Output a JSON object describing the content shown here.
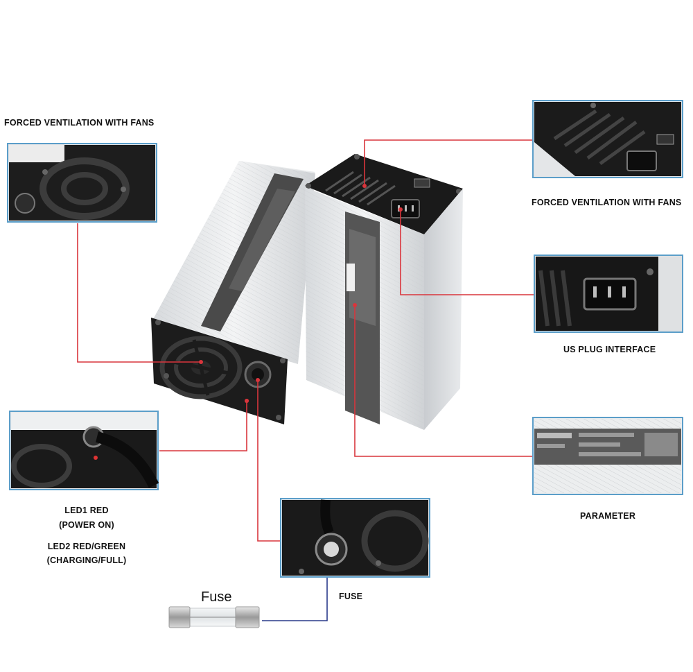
{
  "labels": {
    "vent_left": "FORCED VENTILATION WITH FANS",
    "vent_right": "FORCED VENTILATION WITH FANS",
    "us_plug": "US PLUG INTERFACE",
    "parameter": "PARAMETER",
    "led1_line1": "LED1 RED",
    "led1_line2": "(POWER ON)",
    "led2_line1": "LED2 RED/GREEN",
    "led2_line2": "(CHARGING/FULL)",
    "fuse": "FUSE",
    "fuse_title": "Fuse"
  },
  "colors": {
    "callout_line": "#d9353c",
    "fuse_line": "#2a3a8a",
    "frame_border": "#5b9ec9",
    "housing_black": "#1a1a1a",
    "housing_silver": "#e6e8ea"
  },
  "icons": [
    "fan-grille",
    "power-switch",
    "iec-socket",
    "led",
    "fuse-holder",
    "glass-fuse"
  ]
}
